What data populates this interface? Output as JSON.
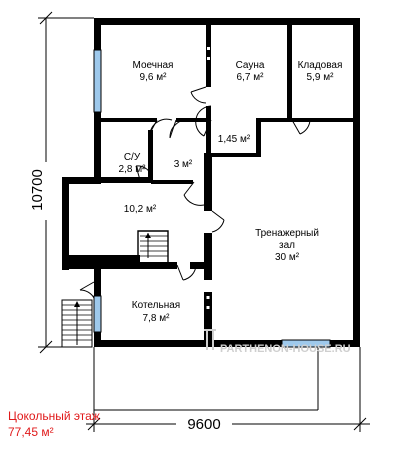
{
  "plan": {
    "floor_name": "Цокольный этаж",
    "floor_area": "77,45 м²",
    "dimensions": {
      "width": "9600",
      "height": "10700"
    },
    "watermark": "PARTHENON-HOUSE.RU",
    "rooms": {
      "moechnaya": {
        "name": "Моечная",
        "area": "9,6 м²"
      },
      "sauna": {
        "name": "Сауна",
        "area": "6,7 м²"
      },
      "kladovaya": {
        "name": "Кладовая",
        "area": "5,9 м²"
      },
      "vestibule": {
        "area": "1,45 м²"
      },
      "su": {
        "name": "С/У",
        "area": "2,8 м²"
      },
      "corridor": {
        "area": "3 м²"
      },
      "hall": {
        "area": "10,2 м²"
      },
      "gym": {
        "name_line1": "Тренажерный",
        "name_line2": "зал",
        "area": "30 м²"
      },
      "boiler": {
        "name": "Котельная",
        "area": "7,8 м²"
      }
    },
    "colors": {
      "wall": "#000000",
      "caption": "#e0191a",
      "window": "#9ec9ec",
      "watermark": "#cfcfcf"
    }
  }
}
